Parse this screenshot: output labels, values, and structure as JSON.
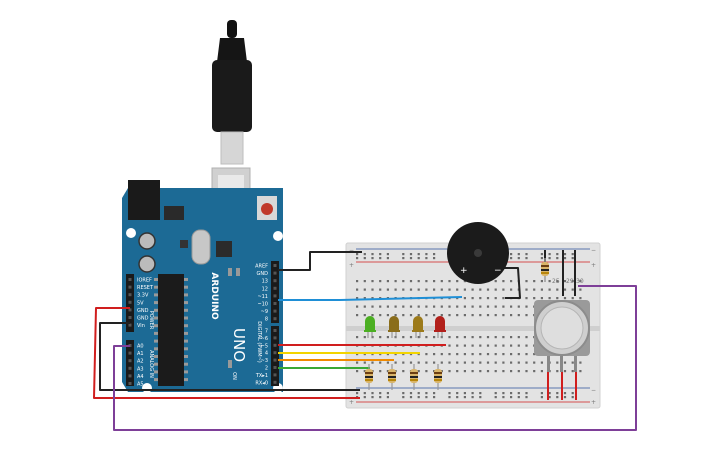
{
  "arduino": {
    "brand": "ARDUINO",
    "model": "UNO",
    "digital_title": "DIGITAL (PWM~)",
    "power_title": "POWER",
    "analog_title": "ANALOG IN",
    "on_label": "ON",
    "digital_pins": [
      "AREF",
      "GND",
      "13",
      "12",
      "~11",
      "~10",
      "~9",
      "8",
      "7",
      "~6",
      "~5",
      "4",
      "~3",
      "2",
      "TX▸1",
      "RX◂0"
    ],
    "power_pins": [
      "IOREF",
      "RESET",
      "3.3V",
      "5V",
      "GND",
      "GND",
      "Vin"
    ],
    "analog_pins": [
      "A0",
      "A1",
      "A2",
      "A3",
      "A4",
      "A5"
    ]
  },
  "breadboard": {
    "rail_plus": "+",
    "rail_minus": "−",
    "col_label_a": "25",
    "col_label_b": "29",
    "col_label_c": "30"
  },
  "buzzer": {
    "plus": "+",
    "minus": "−"
  },
  "leds": {
    "colors": [
      "#4caf23",
      "#8a6d1b",
      "#9c7a1a",
      "#b2201b"
    ]
  },
  "wires": {
    "colors": {
      "ground": "#222222",
      "buzzer_signal": "#1f8fd6",
      "red": "#d01e1e",
      "orange": "#f08a00",
      "yellow": "#f2d400",
      "green": "#39a935",
      "purple": "#7e3f98",
      "usb": "#111111"
    }
  }
}
